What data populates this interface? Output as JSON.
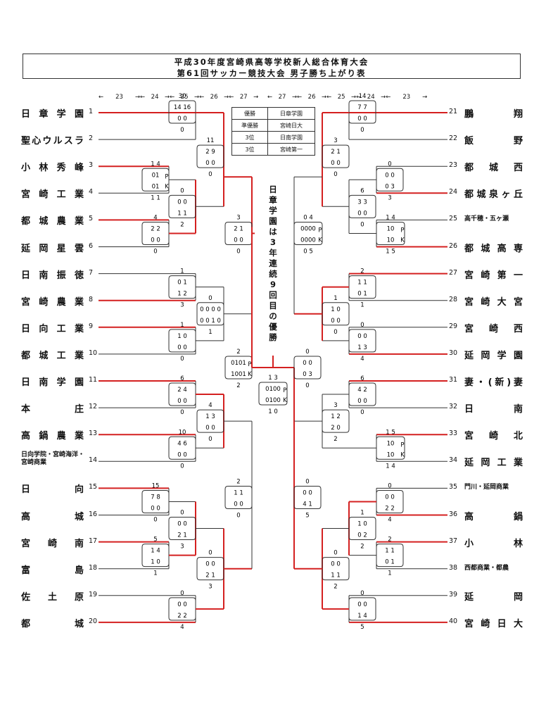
{
  "title": {
    "line1": "平成30年度宮崎県高等学校新人総合体育大会",
    "line2": "第61回サッカー競技大会 男子勝ち上がり表"
  },
  "round_header_left": "←　　23　　→←　24　→←　25　→←　26　→←　27　→",
  "round_header_right": "←　27　→←　26　→←　25　→←　24　→←　　23　　→",
  "results": [
    {
      "place": "優勝",
      "school": "日章学園"
    },
    {
      "place": "準優勝",
      "school": "宮崎日大"
    },
    {
      "place": "3位",
      "school": "日南学園"
    },
    {
      "place": "3位",
      "school": "宮崎第一"
    }
  ],
  "note": "日章学園は3年連続9回目の優勝",
  "teams_left": [
    {
      "no": "1",
      "name": "日章学園"
    },
    {
      "no": "2",
      "name": "聖心ウルスラ"
    },
    {
      "no": "3",
      "name": "小林秀峰"
    },
    {
      "no": "4",
      "name": "宮崎工業"
    },
    {
      "no": "5",
      "name": "都城農業"
    },
    {
      "no": "6",
      "name": "延岡星雲"
    },
    {
      "no": "7",
      "name": "日南振徳"
    },
    {
      "no": "8",
      "name": "宮崎農業"
    },
    {
      "no": "9",
      "name": "日向工業"
    },
    {
      "no": "10",
      "name": "都城工業"
    },
    {
      "no": "11",
      "name": "日南学園"
    },
    {
      "no": "12",
      "name": "本　　庄"
    },
    {
      "no": "13",
      "name": "高鍋農業"
    },
    {
      "no": "14",
      "name": "日向学院・宮崎海洋・宮崎商業"
    },
    {
      "no": "15",
      "name": "日　　向"
    },
    {
      "no": "16",
      "name": "高　　城"
    },
    {
      "no": "17",
      "name": "宮崎南"
    },
    {
      "no": "18",
      "name": "富　　島"
    },
    {
      "no": "19",
      "name": "佐土原"
    },
    {
      "no": "20",
      "name": "都　　城"
    }
  ],
  "teams_right": [
    {
      "no": "21",
      "name": "鵬　翔"
    },
    {
      "no": "22",
      "name": "飯　野"
    },
    {
      "no": "23",
      "name": "都城西"
    },
    {
      "no": "24",
      "name": "都城泉ヶ丘"
    },
    {
      "no": "25",
      "name": "高千穂・五ヶ瀬"
    },
    {
      "no": "26",
      "name": "都城高専"
    },
    {
      "no": "27",
      "name": "宮崎第一"
    },
    {
      "no": "28",
      "name": "宮崎大宮"
    },
    {
      "no": "29",
      "name": "宮崎西"
    },
    {
      "no": "30",
      "name": "延岡学園"
    },
    {
      "no": "31",
      "name": "妻・(新)妻"
    },
    {
      "no": "32",
      "name": "日　南"
    },
    {
      "no": "33",
      "name": "宮崎北"
    },
    {
      "no": "34",
      "name": "延岡工業"
    },
    {
      "no": "35",
      "name": "門川・延岡商業"
    },
    {
      "no": "36",
      "name": "高　鍋"
    },
    {
      "no": "37",
      "name": "小　林"
    },
    {
      "no": "38",
      "name": "西都商業・都農"
    },
    {
      "no": "39",
      "name": "延　岡"
    },
    {
      "no": "40",
      "name": "宮崎日大"
    }
  ],
  "scores": {
    "m1": {
      "top": "30",
      "half1": "14 16",
      "half2": "0 0",
      "bottom": "0"
    },
    "m2": {
      "top": "1 4",
      "half1": "01",
      "pk": "P",
      "half2": "01",
      "k": "K",
      "bottom": "1 1"
    },
    "m3": {
      "top": "0",
      "half1": "0 0",
      "half2": "1 1",
      "bottom": "2"
    },
    "m4": {
      "top": "4",
      "half1": "2 2",
      "half2": "0 0",
      "bottom": "0"
    },
    "m5": {
      "top": "11",
      "half1": "2 9",
      "half2": "0 0",
      "bottom": "0"
    },
    "m6": {
      "top": "3",
      "half1": "2 1",
      "half2": "0 0",
      "bottom": "0"
    },
    "m7": {
      "top": "1",
      "half1": "0 1",
      "half2": "1 2",
      "bottom": "3"
    },
    "m8": {
      "top": "0",
      "half1": "0 0 0 0",
      "half2": "0 0 1 0",
      "bottom": "1"
    },
    "m9": {
      "top": "1",
      "half1": "1 0",
      "half2": "0 0",
      "bottom": "0"
    },
    "m10": {
      "top": "2",
      "half1": "0101",
      "pk": "P",
      "half2": "1001",
      "k": "K",
      "bottom": "2"
    },
    "m11": {
      "top": "6",
      "half1": "2 4",
      "half2": "0 0",
      "bottom": "0"
    },
    "m12": {
      "top": "4",
      "half1": "1 3",
      "half2": "0 0",
      "bottom": "0"
    },
    "m13": {
      "top": "10",
      "half1": "4 6",
      "half2": "0 0",
      "bottom": "0"
    },
    "m14": {
      "top": "2",
      "half1": "1 1",
      "half2": "0 0",
      "bottom": "0"
    },
    "m15": {
      "top": "15",
      "half1": "7 8",
      "half2": "0 0",
      "bottom": "0"
    },
    "m16": {
      "top": "0",
      "half1": "0 0",
      "half2": "2 1",
      "bottom": "3"
    },
    "m17": {
      "top": "5",
      "half1": "1 4",
      "half2": "1 0",
      "bottom": "1"
    },
    "m18": {
      "top": "0",
      "half1": "0 0",
      "half2": "2 1",
      "bottom": "3"
    },
    "m19": {
      "top": "0",
      "half1": "0 0",
      "half2": "2 2",
      "bottom": "4"
    },
    "final": {
      "top": "1 3",
      "half1": "0100",
      "pk": "P",
      "half2": "0100",
      "k": "K",
      "bottom": "1 0"
    },
    "r1": {
      "top": "14",
      "half1": "7 7",
      "half2": "0 0",
      "bottom": "0"
    },
    "r2": {
      "top": "3",
      "half1": "2 1",
      "half2": "0 0",
      "bottom": "0"
    },
    "r3": {
      "top": "0",
      "half1": "0 0",
      "half2": "0 3",
      "bottom": "3"
    },
    "r4": {
      "top": "6",
      "half1": "3 3",
      "half2": "0 0",
      "bottom": "0"
    },
    "r5": {
      "top": "1 4",
      "half1": "10",
      "pk": "P",
      "half2": "10",
      "k": "K",
      "bottom": "1 5"
    },
    "r6": {
      "top": "0 4",
      "half1": "0000",
      "pk": "P",
      "half2": "0000",
      "k": "K",
      "bottom": "0 5"
    },
    "r7": {
      "top": "2",
      "half1": "1 1",
      "half2": "0 1",
      "bottom": "1"
    },
    "r8": {
      "top": "1",
      "half1": "1 0",
      "half2": "0 0",
      "bottom": "0"
    },
    "r9": {
      "top": "0",
      "half1": "0 0",
      "half2": "1 3",
      "bottom": "4"
    },
    "r10": {
      "top": "0",
      "half1": "0 0",
      "half2": "0 3",
      "bottom": "0"
    },
    "r11": {
      "top": "6",
      "half1": "4 2",
      "half2": "0 0",
      "bottom": "0"
    },
    "r12": {
      "top": "3",
      "half1": "1 2",
      "half2": "2 0",
      "bottom": "2"
    },
    "r13": {
      "top": "1 5",
      "half1": "10",
      "pk": "P",
      "half2": "10",
      "k": "K",
      "bottom": "1 4"
    },
    "r14": {
      "top": "0",
      "half1": "0 0",
      "half2": "4 1",
      "bottom": "5"
    },
    "r15": {
      "top": "0",
      "half1": "0 0",
      "half2": "2 2",
      "bottom": "4"
    },
    "r16": {
      "top": "1",
      "half1": "1 0",
      "half2": "0 2",
      "bottom": "2"
    },
    "r17": {
      "top": "2",
      "half1": "1 1",
      "half2": "0 1",
      "bottom": "1"
    },
    "r18": {
      "top": "0",
      "half1": "0 0",
      "half2": "1 1",
      "bottom": "2"
    },
    "r19": {
      "top": "0",
      "half1": "0 0",
      "half2": "1 4",
      "bottom": "5"
    }
  },
  "colors": {
    "winner_line": "#d42020",
    "line": "#333333"
  }
}
